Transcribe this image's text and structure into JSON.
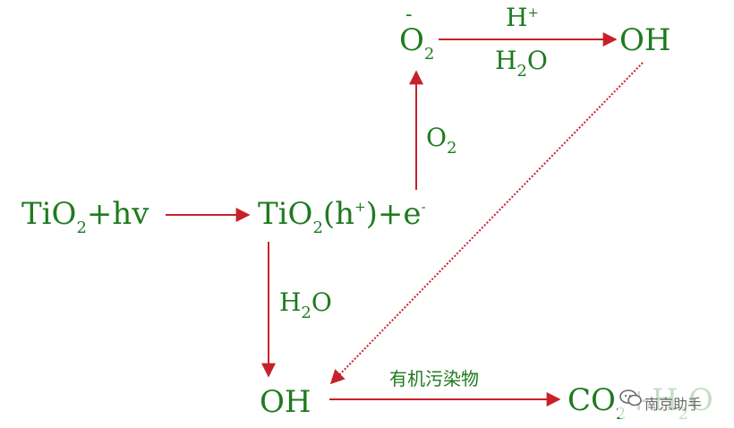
{
  "colors": {
    "text": "#1f7a1f",
    "arrow": "#c8202a",
    "watermark": "#6a6a6a"
  },
  "nodes": {
    "start": {
      "main": "TiO",
      "sub": "2",
      "tail": "+hv"
    },
    "excited": {
      "main": "TiO",
      "sub": "2",
      "paren_open": "(h",
      "sup": "+",
      "paren_close": ")+e",
      "sup2": "-"
    },
    "superoxide": {
      "bar": "-",
      "main": "O",
      "sub": "2"
    },
    "hydroxyl_top": {
      "text": "OH"
    },
    "hydroxyl_bottom": {
      "text": "OH"
    },
    "product": {
      "main1": "CO",
      "sub1": "2",
      "plus": "+H",
      "sub2": "2",
      "tail": "O"
    }
  },
  "labels": {
    "h_plus": {
      "main": "H",
      "sup": "+"
    },
    "water_top": {
      "main": "H",
      "sub": "2",
      "tail": "O"
    },
    "oxygen": {
      "main": "O",
      "sub": "2"
    },
    "water_left": {
      "main": "H",
      "sub": "2",
      "tail": "O"
    },
    "organic_pollutant": "有机污染物"
  },
  "watermark": {
    "icon": "wechat-icon",
    "text": "南京助手"
  }
}
